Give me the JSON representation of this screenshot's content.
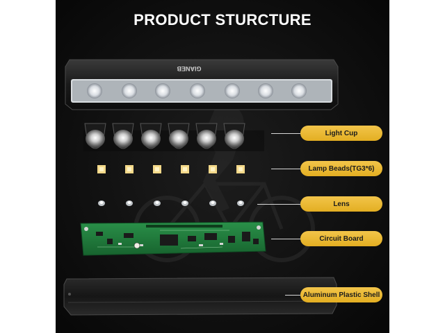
{
  "title": "PRODUCT STURCTURE",
  "housing_brand": "GIANEB",
  "components": [
    {
      "label": "Light Cup"
    },
    {
      "label": "Lamp Beads(TG3*6)"
    },
    {
      "label": "Lens"
    },
    {
      "label": "Circuit Board"
    },
    {
      "label": "Aluminum Plastic Shell"
    }
  ],
  "lamp_count": 6,
  "colors": {
    "accent": "#e9b42e",
    "background": "#0f0f0f",
    "pcb": "#1f7a3a",
    "bead": "#f4d98a"
  },
  "icons": {
    "silhouette": "cyclist-silhouette-icon"
  }
}
